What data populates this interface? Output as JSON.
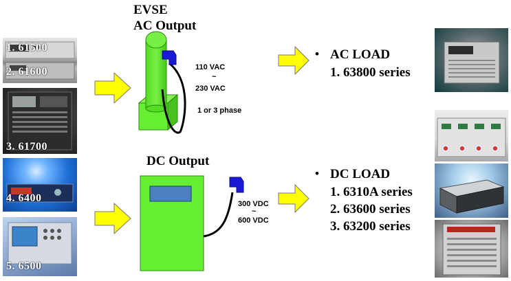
{
  "ev": {
    "title": "EVSE",
    "ac_output": "AC Output",
    "ac_voltage_low": "110 VAC",
    "tilde_ac": "~",
    "ac_voltage_high": "230 VAC",
    "ac_phase": "1 or 3 phase",
    "dc_output": "DC Output",
    "dc_voltage_low": "300 VDC",
    "tilde_dc": "~",
    "dc_voltage_high": "600 VDC"
  },
  "sources": [
    {
      "label": "1.   61500"
    },
    {
      "label": "2.   61600"
    },
    {
      "label": "3.   61700"
    },
    {
      "label": "4.   6400"
    },
    {
      "label": "5.   6500"
    }
  ],
  "ac_load": {
    "bullet": "•",
    "title": "AC LOAD",
    "items": [
      "1.  63800 series"
    ]
  },
  "dc_load": {
    "bullet": "•",
    "title": "DC LOAD",
    "items": [
      "1.  6310A series",
      "2.  63600 series",
      "3.  63200 series"
    ]
  },
  "colors": {
    "evse_green": "#66ee33",
    "plug_blue": "#1a1ad6",
    "arrow_yellow": "#ffff00",
    "screen_blue": "#4a7fc0"
  }
}
